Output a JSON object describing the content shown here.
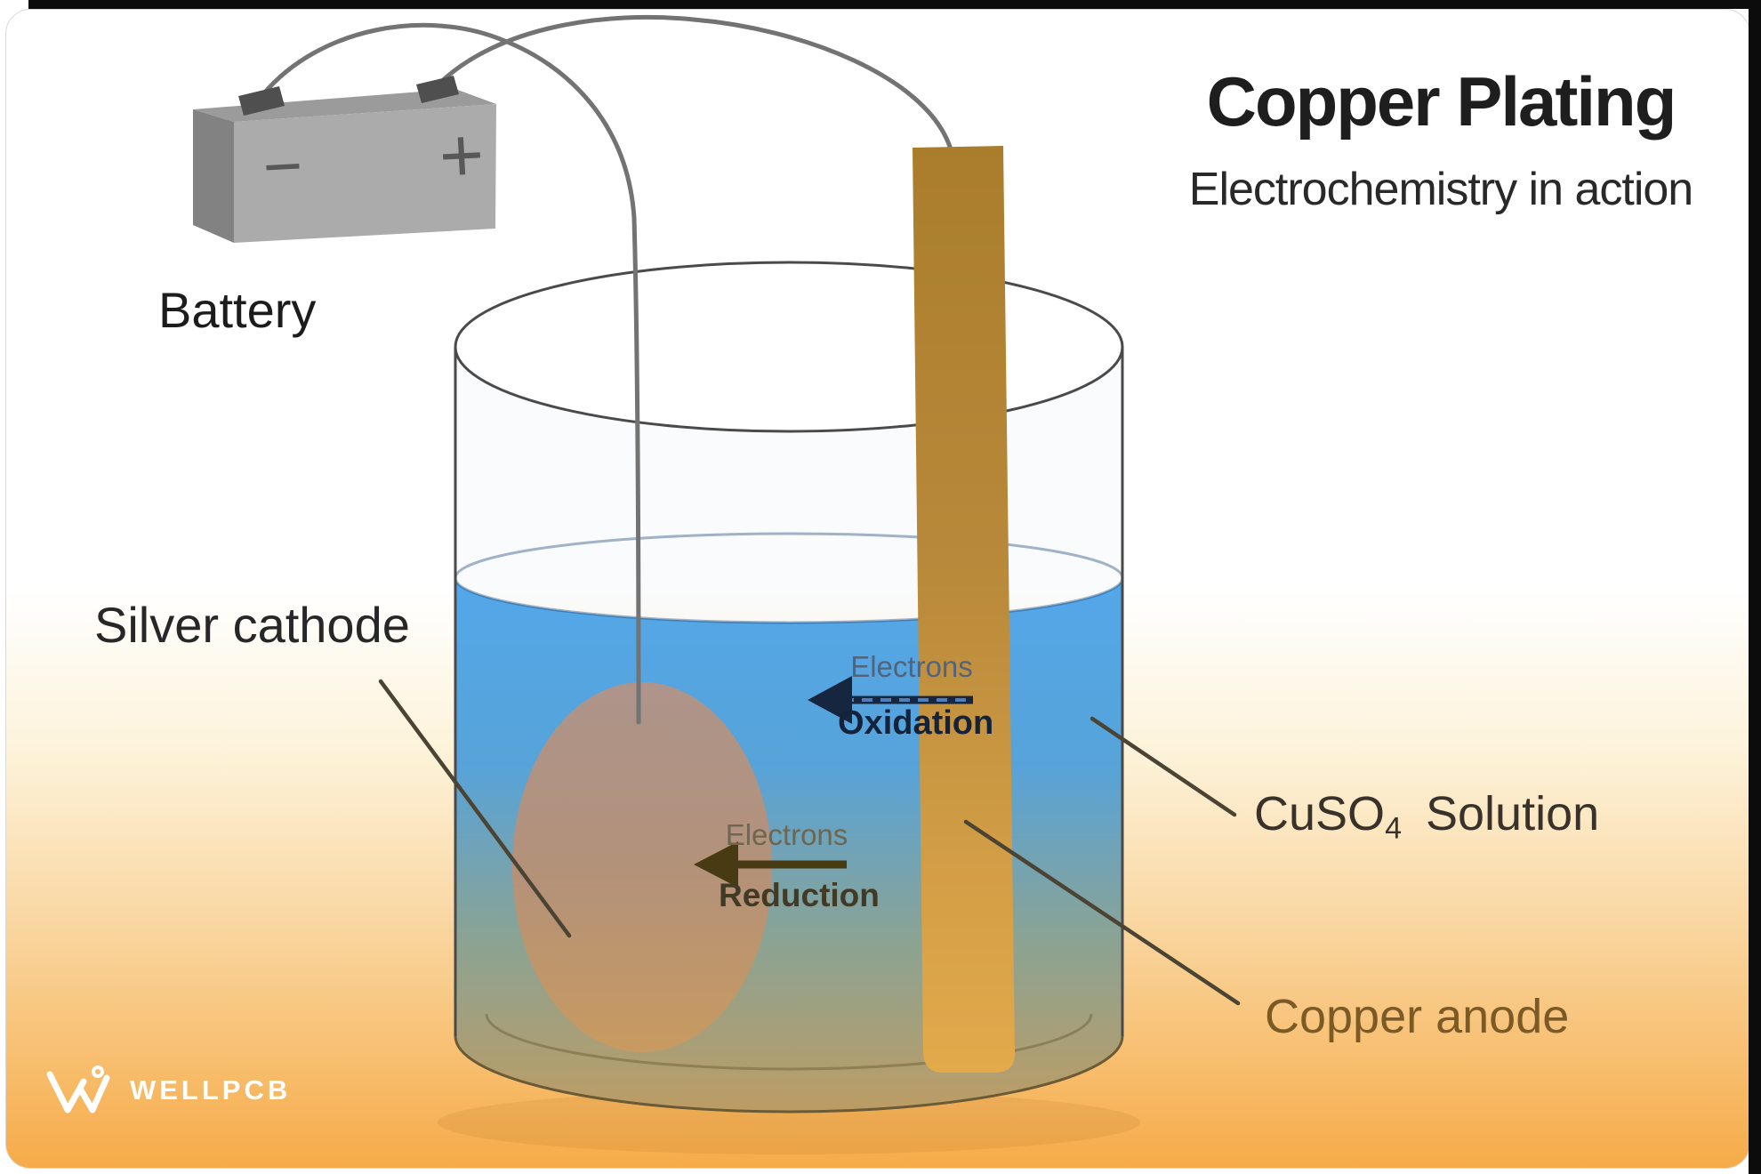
{
  "header": {
    "title": "Copper Plating",
    "subtitle": "Electrochemistry in action"
  },
  "battery": {
    "label": "Battery",
    "minus_symbol": "−",
    "plus_symbol": "+"
  },
  "component_labels": {
    "silver_cathode": "Silver cathode",
    "cuso4_formula": "CuSO",
    "cuso4_subscript": "4",
    "cuso4_suffix": "Solution",
    "copper_anode": "Copper anode"
  },
  "process_arrows": {
    "oxidation": {
      "electrons_label": "Electrons",
      "process_label": "Oxidation"
    },
    "reduction": {
      "electrons_label": "Electrons",
      "process_label": "Reduction"
    }
  },
  "branding": {
    "name": "WELLPCB"
  },
  "colors": {
    "solution_blue": "#55a9e9",
    "solution_bottom_tan": "#bd9c64",
    "copper_rod": "#b5872f",
    "cathode_gray": "#b09488",
    "background_orange": "#f6ab48",
    "battery_gray": "#ababab",
    "wire_gray": "#737373",
    "oxidation_arrow": "#16263e",
    "reduction_arrow": "#483b13"
  }
}
